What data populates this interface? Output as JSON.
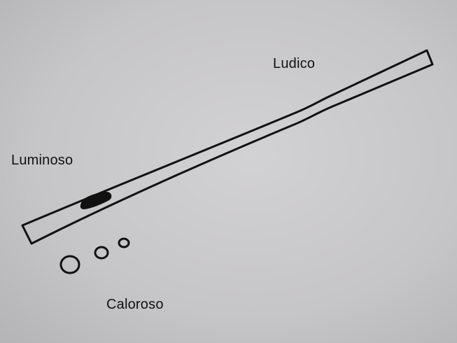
{
  "labels": {
    "top": "Ludico",
    "left": "Luminoso",
    "bottom": "Caloroso"
  },
  "colors": {
    "paper": "#c9c8ca",
    "ink": "#111111"
  }
}
